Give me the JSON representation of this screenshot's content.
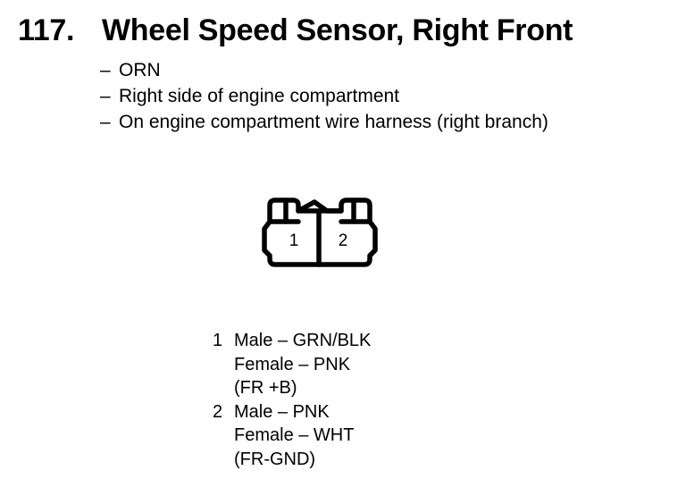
{
  "component": {
    "number": "117.",
    "name": "Wheel Speed Sensor, Right Front"
  },
  "notes": [
    {
      "dash": "–",
      "text": "ORN"
    },
    {
      "dash": "–",
      "text": "Right side of engine compartment"
    },
    {
      "dash": "–",
      "text": "On engine compartment wire harness (right branch)"
    }
  ],
  "connector": {
    "pin_labels": [
      "1",
      "2"
    ]
  },
  "pins": [
    {
      "number": "1",
      "male": "Male – GRN/BLK",
      "female": "Female – PNK",
      "circuit": "(FR +B)"
    },
    {
      "number": "2",
      "male": "Male – PNK",
      "female": "Female – WHT",
      "circuit": "(FR-GND)"
    }
  ]
}
